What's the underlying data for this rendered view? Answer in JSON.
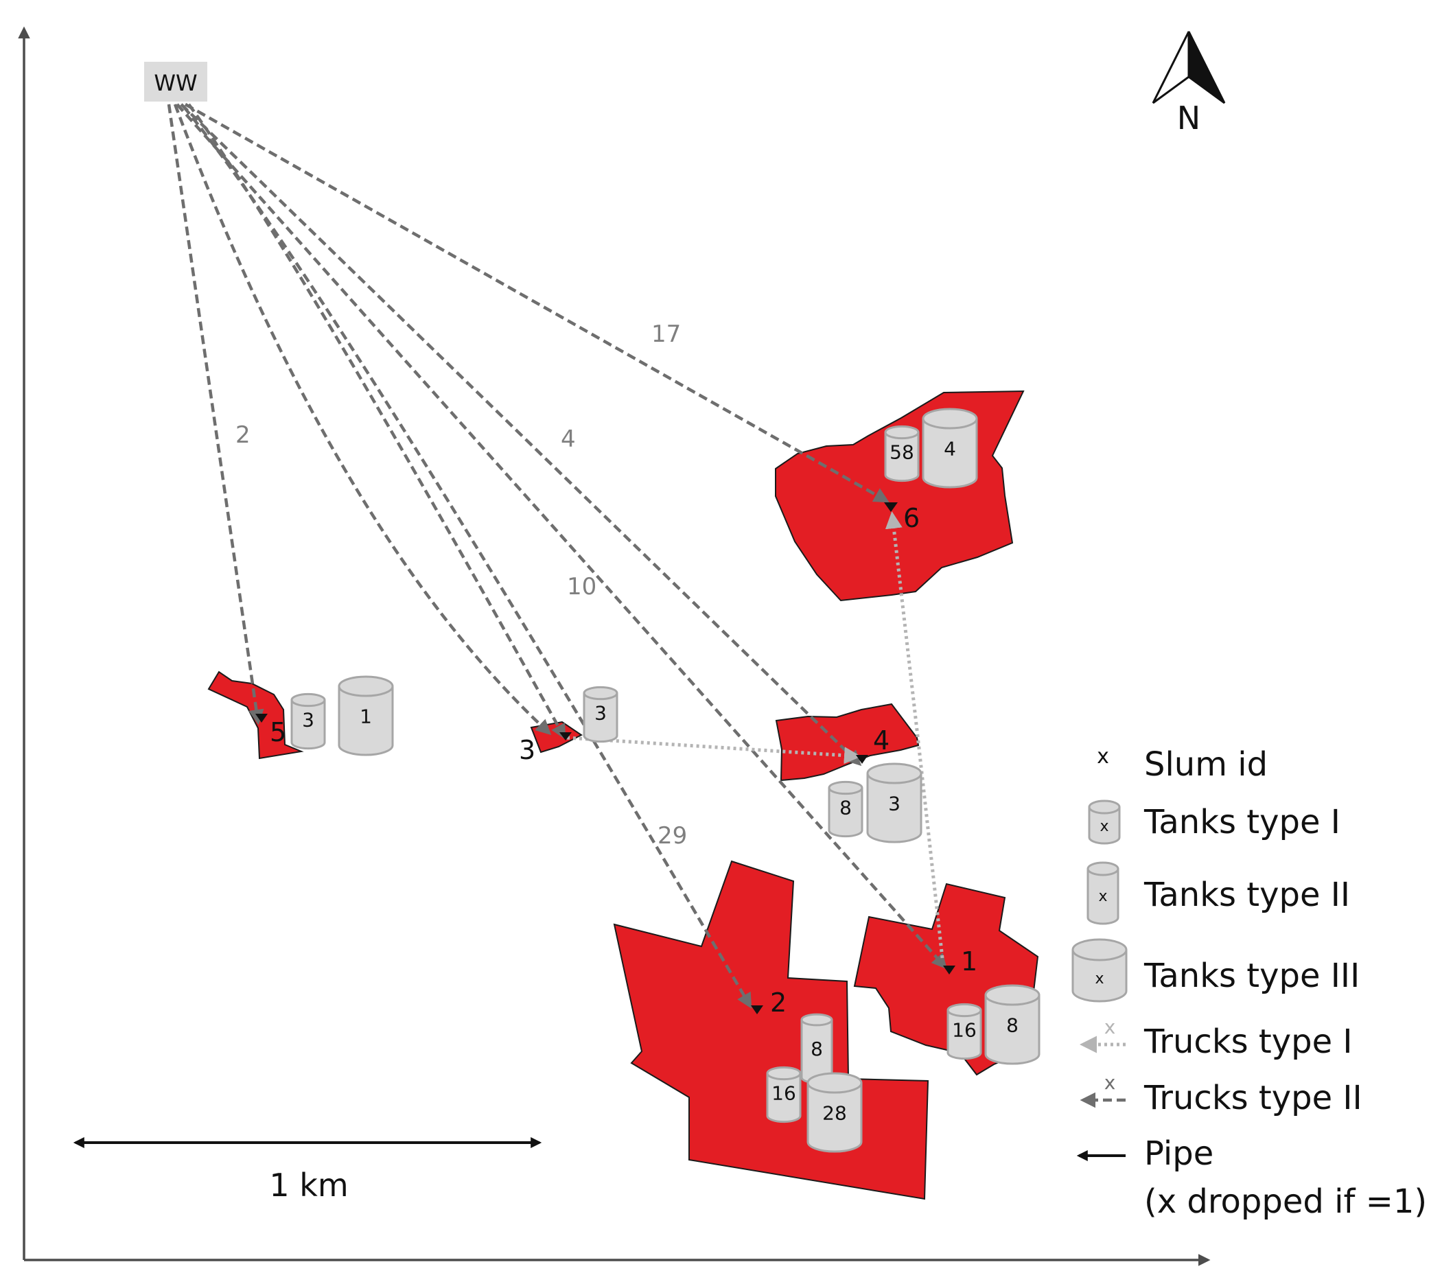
{
  "source": {
    "label": "WW"
  },
  "north": {
    "label": "N"
  },
  "scale_bar": {
    "label": "1 km"
  },
  "slums": [
    {
      "id": "1"
    },
    {
      "id": "2"
    },
    {
      "id": "3"
    },
    {
      "id": "4"
    },
    {
      "id": "5"
    },
    {
      "id": "6"
    }
  ],
  "tanks": [
    {
      "slum": "6",
      "type": "I",
      "count": "58"
    },
    {
      "slum": "6",
      "type": "III",
      "count": "4"
    },
    {
      "slum": "5",
      "type": "I",
      "count": "3"
    },
    {
      "slum": "5",
      "type": "III",
      "count": "1"
    },
    {
      "slum": "3",
      "type": "I",
      "count": "3"
    },
    {
      "slum": "4",
      "type": "I",
      "count": "8"
    },
    {
      "slum": "4",
      "type": "III",
      "count": "3"
    },
    {
      "slum": "2",
      "type": "II",
      "count": "8"
    },
    {
      "slum": "2",
      "type": "I",
      "count": "16"
    },
    {
      "slum": "2",
      "type": "III",
      "count": "28"
    },
    {
      "slum": "1",
      "type": "I",
      "count": "16"
    },
    {
      "slum": "1",
      "type": "III",
      "count": "8"
    }
  ],
  "truck_routes_type_II": [
    {
      "from": "WW",
      "to": "5",
      "count": "2"
    },
    {
      "from": "WW",
      "to": "6",
      "count": "17"
    },
    {
      "from": "WW",
      "to": "4",
      "count": "4"
    },
    {
      "from": "WW",
      "to": "1",
      "count": "10"
    },
    {
      "from": "WW",
      "to": "2",
      "count": "29"
    },
    {
      "from": "WW",
      "to": "3",
      "count": ""
    }
  ],
  "truck_routes_type_I": [
    {
      "from": "1",
      "to": "6"
    },
    {
      "from": "3",
      "to": "4"
    }
  ],
  "legend": {
    "slum_symbol": "x",
    "slum_label": "Slum id",
    "tank_symbol": "x",
    "tank1_label": "Tanks type I",
    "tank2_label": "Tanks type II",
    "tank3_label": "Tanks type III",
    "truck_symbol": "x",
    "truck1_label": "Trucks type I",
    "truck2_label": "Trucks type II",
    "pipe_label": "Pipe",
    "note": "(x dropped if =1)"
  },
  "colors": {
    "slum_fill": "#e31e24",
    "tank_fill": "#d9d9d9",
    "tank_stroke": "#a6a6a6",
    "truck2_line": "#6e6e6e",
    "truck1_line": "#b4b4b4",
    "axis": "#4d4d4d",
    "source_box": "#dcdcdc"
  }
}
